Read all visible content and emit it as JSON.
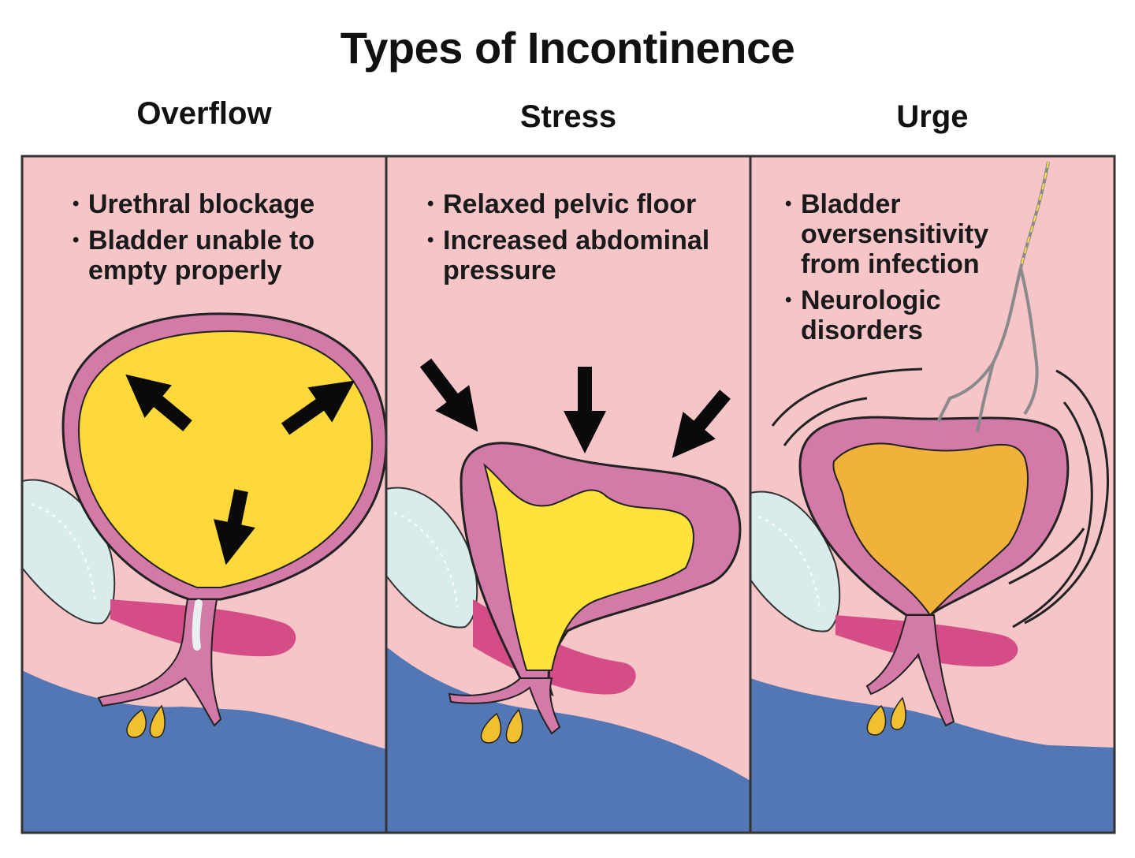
{
  "title": "Types of Incontinence",
  "panels": [
    {
      "name": "Overflow",
      "bullets": [
        "Urethral blockage",
        "Bladder unable to empty properly"
      ]
    },
    {
      "name": "Stress",
      "bullets": [
        "Relaxed pelvic floor",
        "Increased abdominal pressure"
      ]
    },
    {
      "name": "Urge",
      "bullets": [
        "Bladder oversensitivity from infection",
        "Neurologic disorders"
      ]
    }
  ],
  "colors": {
    "background_tissue": "#f5c5c8",
    "pelvic_floor": "#5376b4",
    "bladder_wall": "#d47aa8",
    "bladder_wall_dark": "#c44a8c",
    "urine_overflow": "#ffd93a",
    "urine_stress": "#ffe23a",
    "urine_urge": "#f0b23a",
    "pubic_bone": "#d8ecec",
    "sphincter": "#d44d86",
    "arrow": "#0a0a0a"
  },
  "icons": [
    "pressure-arrow-icon",
    "nerve-icon",
    "droplet-icon"
  ]
}
